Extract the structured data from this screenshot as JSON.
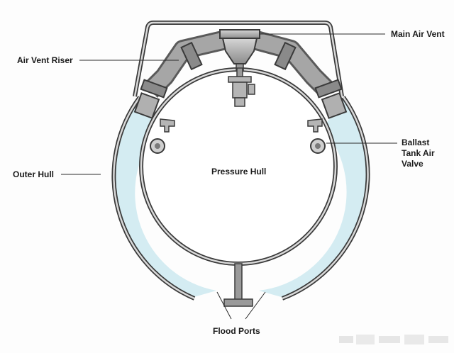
{
  "diagram": {
    "labels": {
      "main_air_vent": "Main Air Vent",
      "air_vent_riser": "Air Vent Riser",
      "pressure_hull": "Pressure Hull",
      "outer_hull": "Outer Hull",
      "ballast_line1": "Ballast",
      "ballast_line2": "Tank Air",
      "ballast_line3": "Valve",
      "flood_ports": "Flood Ports"
    },
    "colors": {
      "water": "#d4ecf2",
      "stroke": "#3a3a3a",
      "steel": "#9a9a9a",
      "steel_light": "#c8c8c8",
      "background": "#fdfdfd"
    }
  }
}
